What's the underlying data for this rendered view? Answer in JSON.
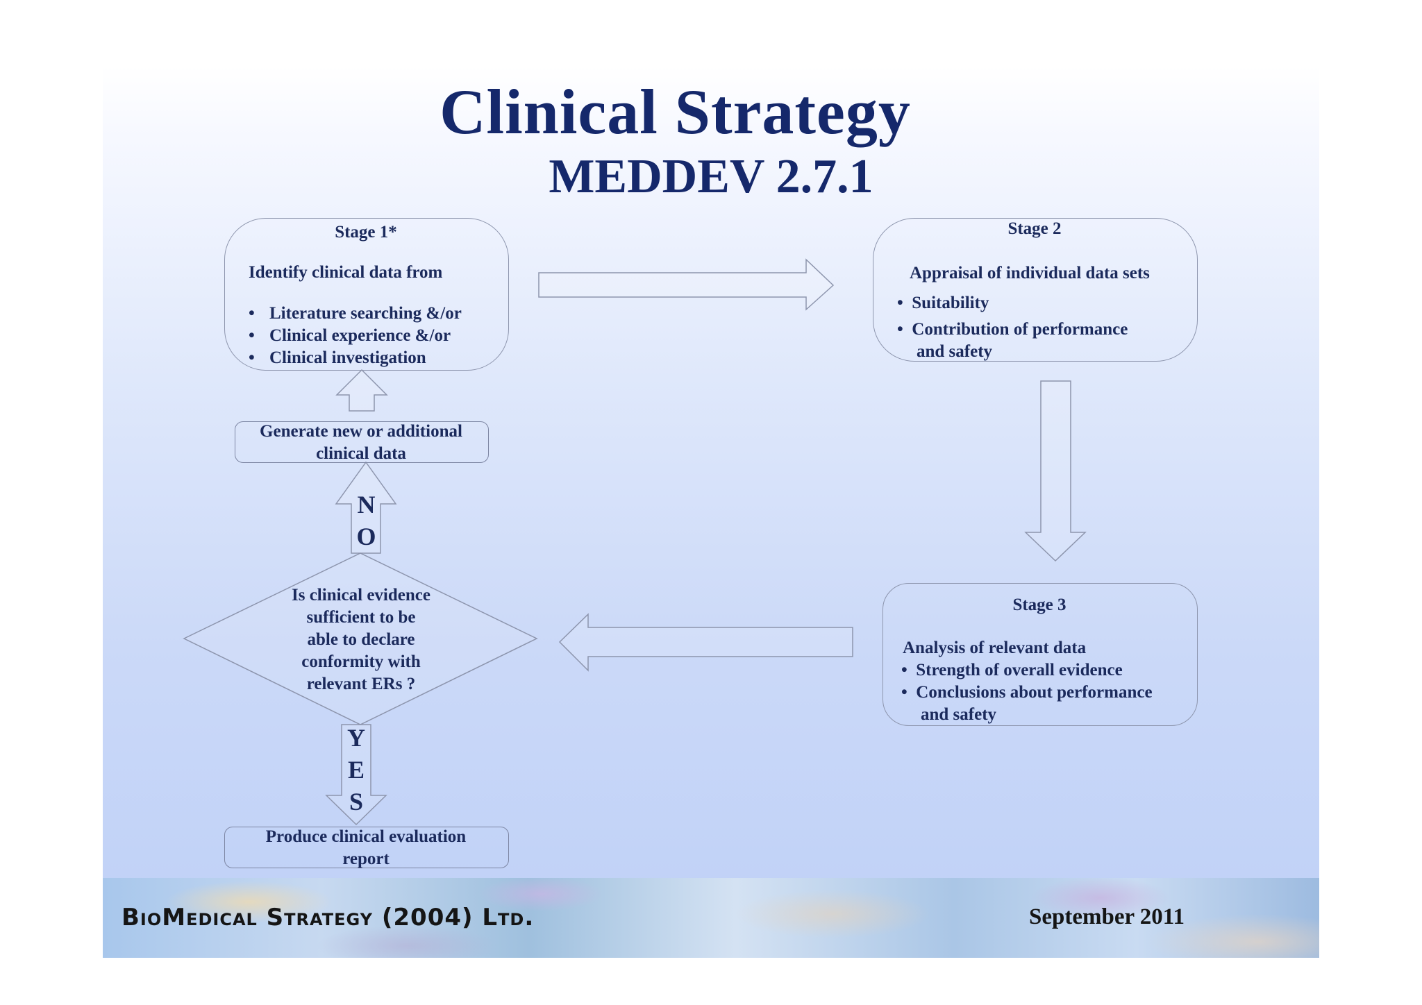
{
  "title": "Clinical Strategy",
  "subtitle": "MEDDEV 2.7.1",
  "stage1": {
    "heading": "Stage 1*",
    "intro": "Identify clinical data from",
    "bullets": [
      "Literature searching &/or",
      "Clinical experience &/or",
      "Clinical investigation"
    ]
  },
  "stage2": {
    "heading": "Stage 2",
    "intro": "Appraisal of individual data sets",
    "bullets": [
      "Suitability",
      "Contribution of performance",
      "and safety"
    ]
  },
  "stage3": {
    "heading": "Stage 3",
    "intro": "Analysis of relevant data",
    "bullets": [
      "Strength of overall evidence",
      "Conclusions about performance",
      "and safety"
    ]
  },
  "generate": {
    "line1": "Generate new or additional",
    "line2": "clinical data"
  },
  "decision": {
    "lines": [
      "Is clinical evidence",
      "sufficient to be",
      "able to declare",
      "conformity with",
      "relevant ERs ?"
    ]
  },
  "no_label": [
    "N",
    "O"
  ],
  "yes_label": [
    "Y",
    "E",
    "S"
  ],
  "report": {
    "line1": "Produce clinical evaluation",
    "line2": "report"
  },
  "footer": {
    "company": "BioMedical Strategy (2004) Ltd.",
    "date": "September 2011"
  }
}
